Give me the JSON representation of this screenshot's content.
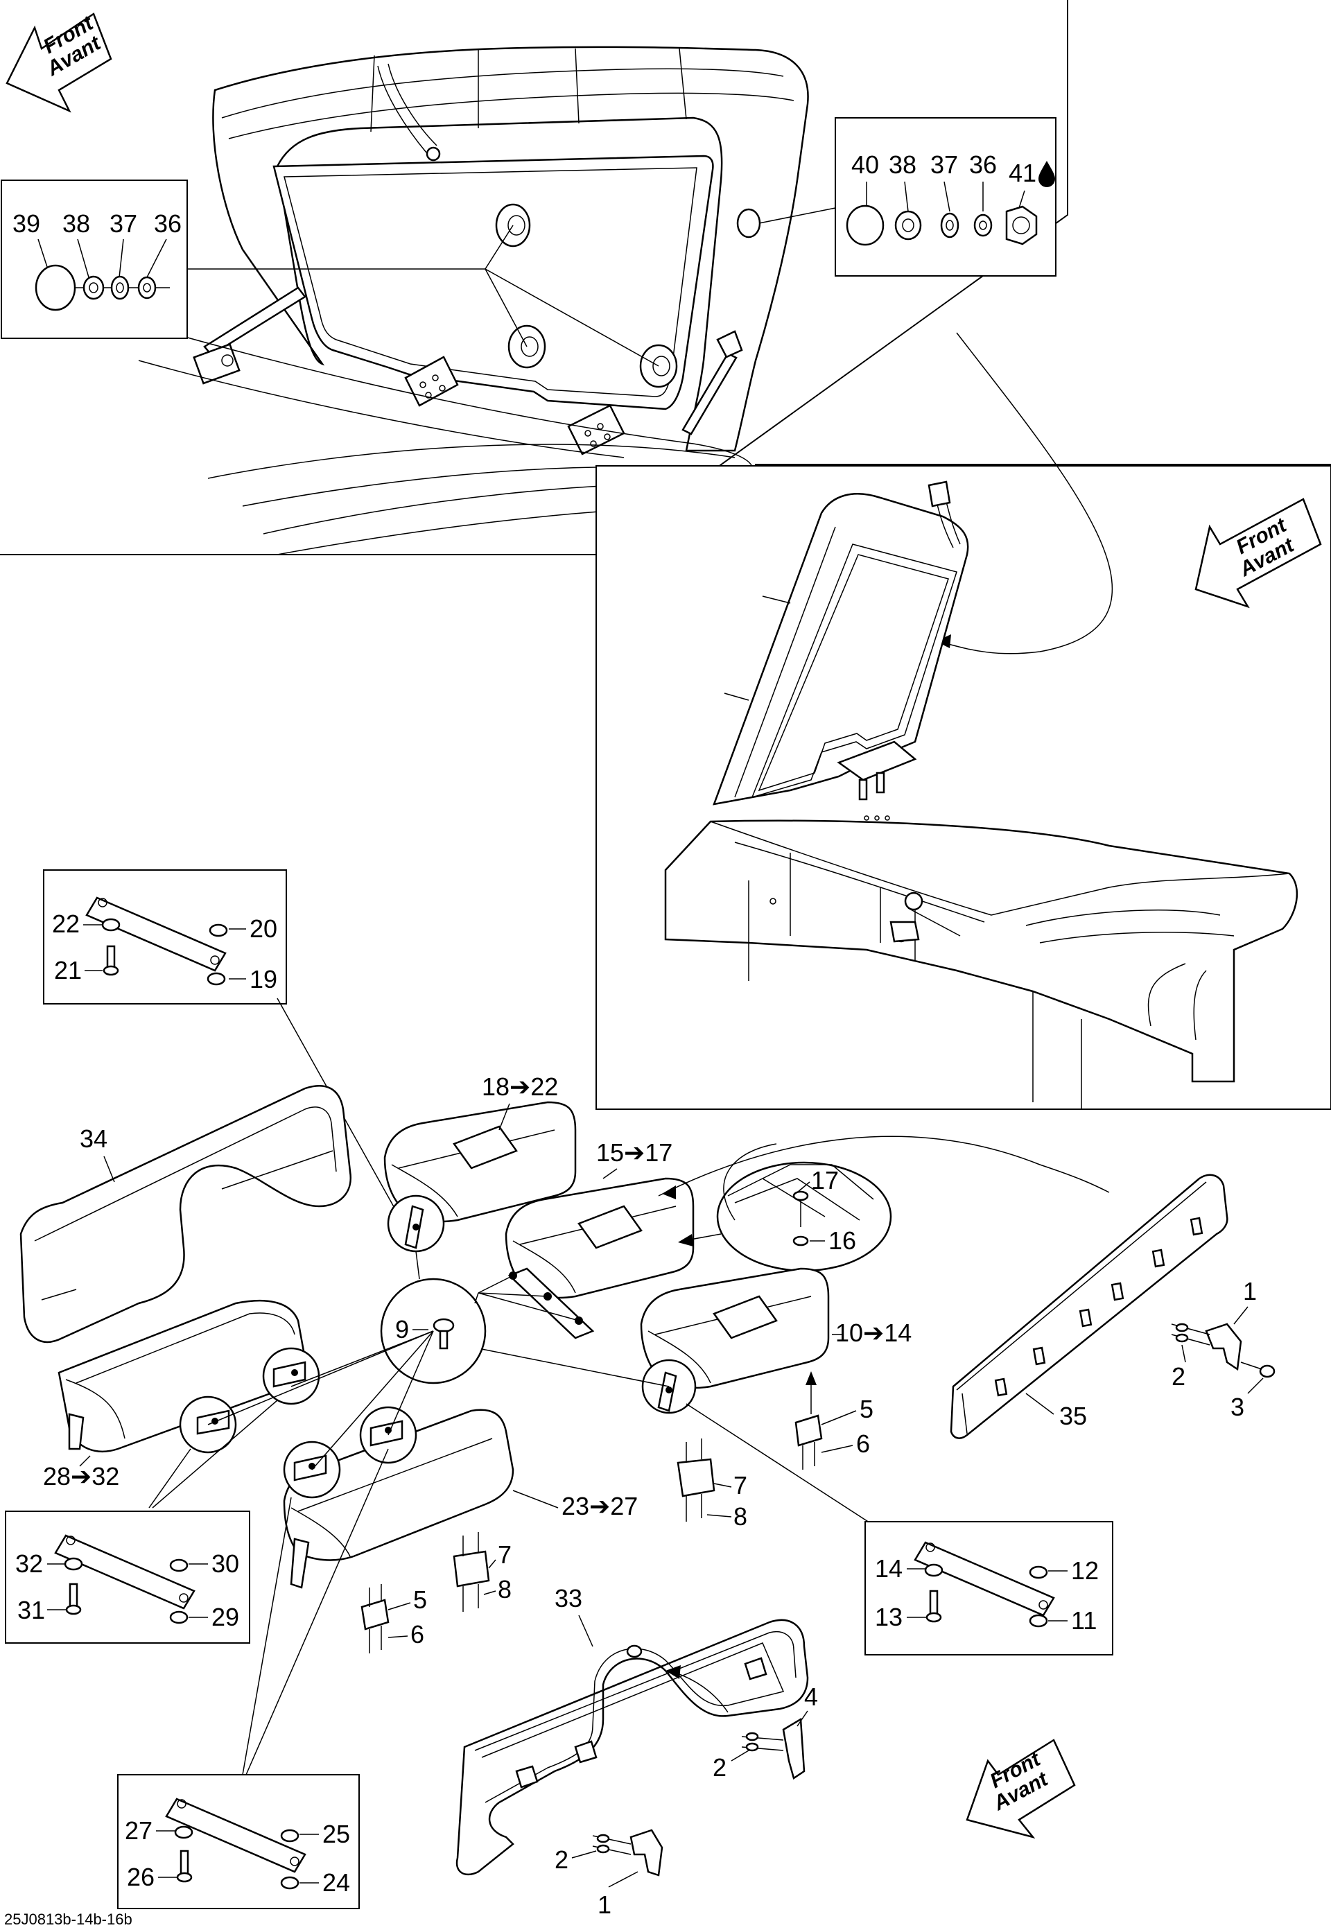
{
  "figure_code": "25J0813b-14b-16b",
  "direction_arrows": [
    {
      "line1": "Front",
      "line2": "Avant"
    },
    {
      "line1": "Front",
      "line2": "Avant"
    },
    {
      "line1": "Front",
      "line2": "Avant"
    }
  ],
  "inset_top_right": [
    "40",
    "38",
    "37",
    "36",
    "41"
  ],
  "inset_top_left": [
    "39",
    "38",
    "37",
    "36"
  ],
  "inset_19_22": [
    "22",
    "20",
    "21",
    "19"
  ],
  "inset_28_32": [
    "32",
    "30",
    "31",
    "29"
  ],
  "inset_11_14": [
    "14",
    "12",
    "13",
    "11"
  ],
  "inset_24_27": [
    "27",
    "25",
    "26",
    "24"
  ],
  "parts": {
    "p34": "34",
    "p18_22": "18➔22",
    "p15_17": "15➔17",
    "p17": "17",
    "p16": "16",
    "p10_14": "10➔14",
    "p9": "9",
    "p28_32": "28➔32",
    "p23_27": "23➔27",
    "p5a": "5",
    "p6a": "6",
    "p7a": "7",
    "p8a": "8",
    "p7b": "7",
    "p8b": "8",
    "p5b": "5",
    "p6b": "6",
    "p35": "35",
    "p1a": "1",
    "p2a": "2",
    "p3": "3",
    "p33": "33",
    "p4": "4",
    "p2b": "2",
    "p2c": "2",
    "p1b": "1"
  }
}
